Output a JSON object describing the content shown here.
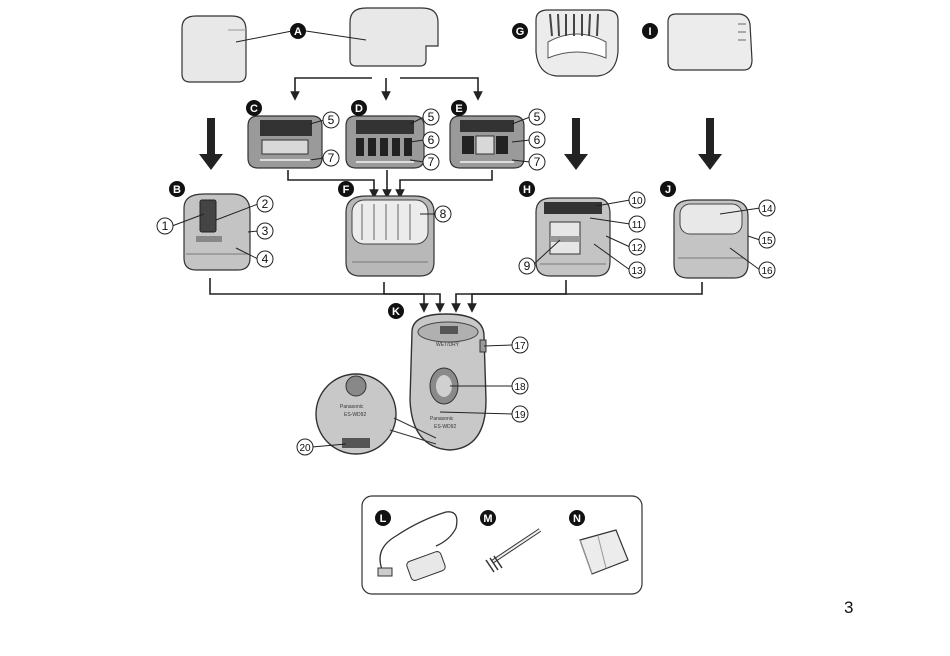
{
  "letters": {
    "A": "A",
    "B": "B",
    "C": "C",
    "D": "D",
    "E": "E",
    "F": "F",
    "G": "G",
    "H": "H",
    "I": "I",
    "J": "J",
    "K": "K",
    "L": "L",
    "M": "M",
    "N": "N"
  },
  "numbers": {
    "n1": "1",
    "n2": "2",
    "n3": "3",
    "n4": "4",
    "n5": "5",
    "n6": "6",
    "n7": "7",
    "n8": "8",
    "n9": "9",
    "n10": "10",
    "n11": "11",
    "n12": "12",
    "n13": "13",
    "n14": "14",
    "n15": "15",
    "n16": "16",
    "n17": "17",
    "n18": "18",
    "n19": "19",
    "n20": "20"
  },
  "device": {
    "switch_label": "WET/DRY",
    "brand": "Panasonic",
    "model": "ES-WD92"
  },
  "page_number": "3",
  "colors": {
    "body_gray": "#c8c8c8",
    "light_gray": "#e4e4e4",
    "dark_gray": "#555555",
    "line": "#222222"
  }
}
